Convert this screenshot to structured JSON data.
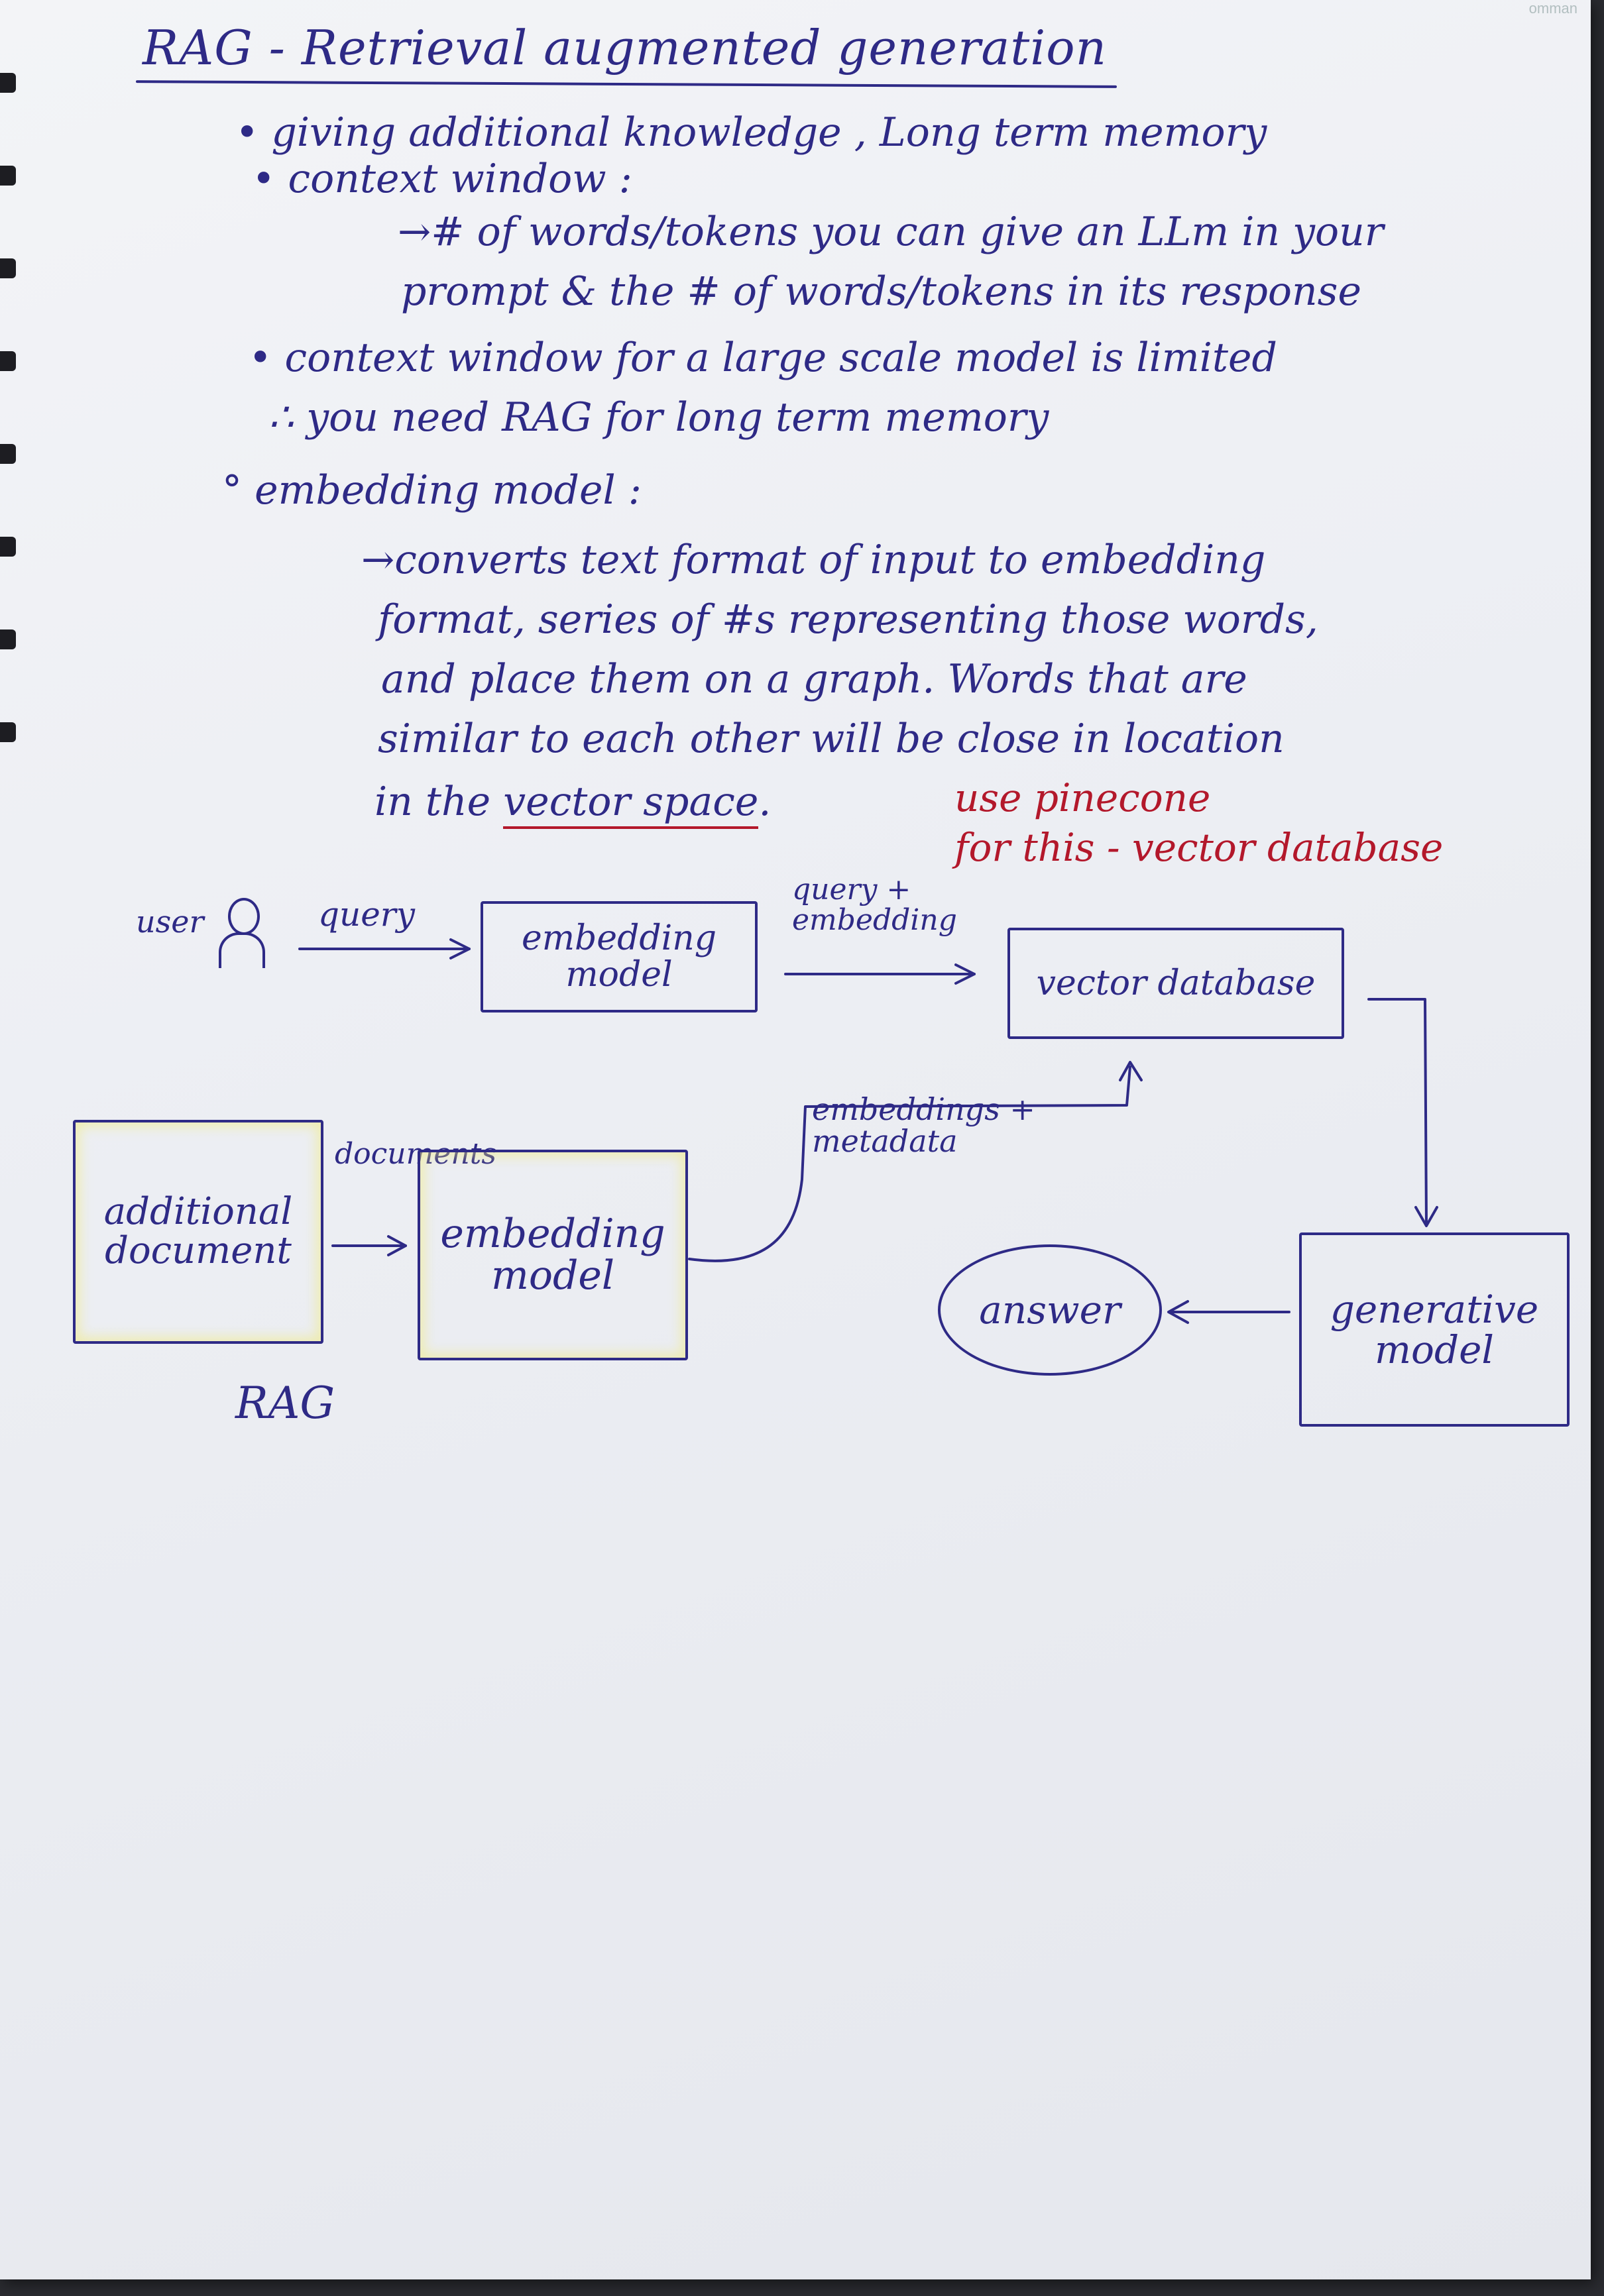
{
  "corner": "omman",
  "title": "RAG - Retrieval augmented generation",
  "notes": {
    "b1": "• giving additional knowledge , Long term memory",
    "b2": "• context window :",
    "b2a1": "→# of words/tokens you can give an LLm in your",
    "b2a2": "prompt & the # of words/tokens in its response",
    "b3": "• context window for a large scale model is limited",
    "b3a": "∴ you need RAG for long term memory",
    "b4": "° embedding model :",
    "b4a1": "→converts text format of input to embedding",
    "b4a2": "format, series of #s representing those words,",
    "b4a3": "and place them on a graph. Words that are",
    "b4a4": "similar to each other will be close in location",
    "b4a5_pre": "in the ",
    "b4a5_ul": "vector space",
    "b4a5_post": ".",
    "red1": "use pinecone",
    "red2": "for this - vector database"
  },
  "diagram": {
    "user_label": "user",
    "query_label": "query",
    "embed_model_top": "embedding model",
    "query_embedding_label": "query + embedding",
    "vector_db": "vector database",
    "additional_doc": "additional document",
    "documents_label": "documents",
    "embed_model_bottom": "embedding model",
    "embeddings_metadata_label": "embeddings + metadata",
    "generative_model": "generative model",
    "answer": "answer",
    "caption": "RAG"
  },
  "colors": {
    "ink": "#2e2a86",
    "red_ink": "#b3182b",
    "highlight": "#f0eb78"
  }
}
